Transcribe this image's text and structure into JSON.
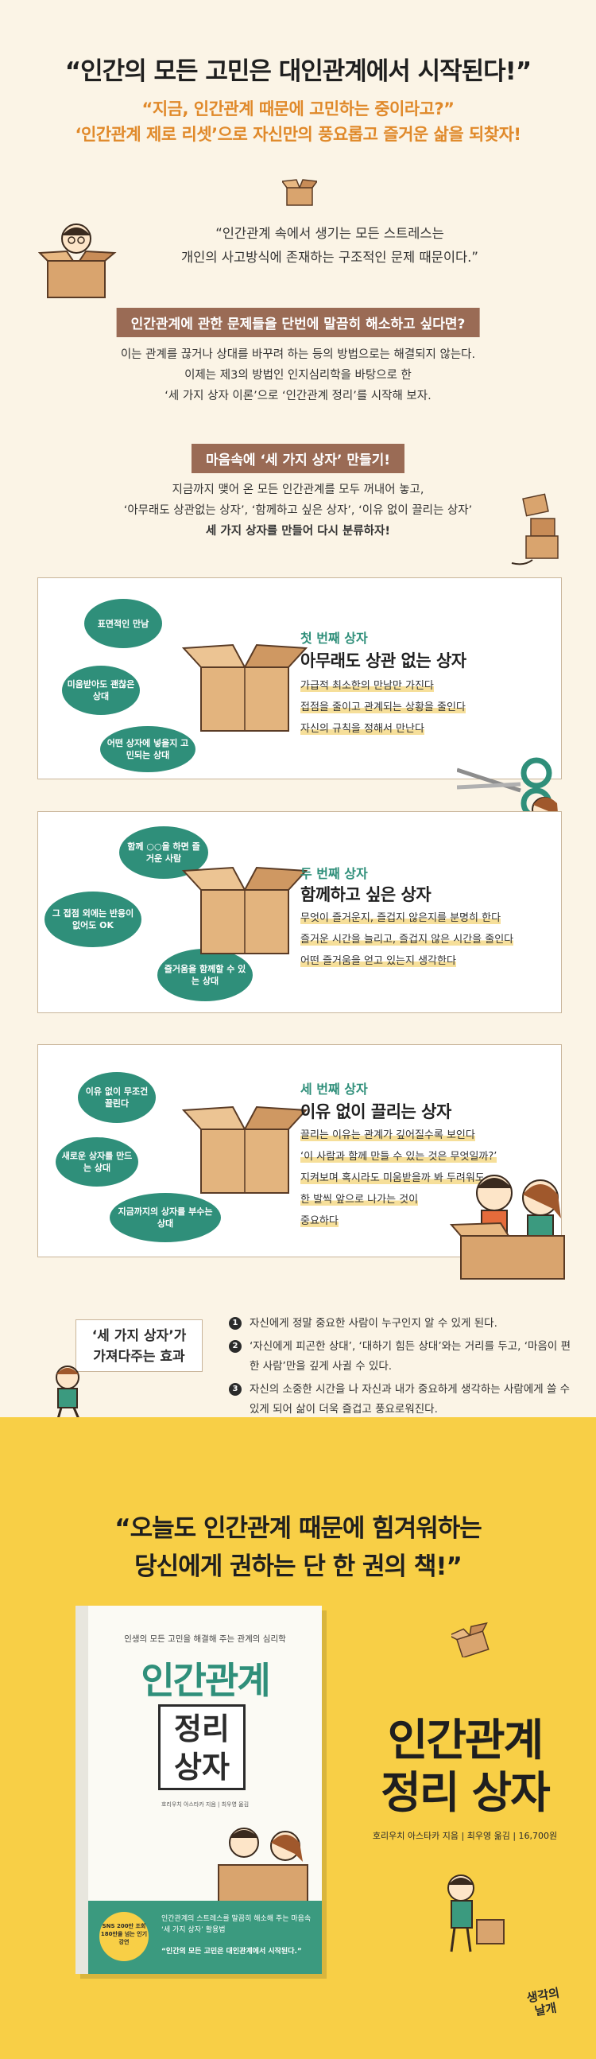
{
  "header": {
    "headline": "“인간의 모든 고민은 대인관계에서 시작된다!”",
    "sub1": "“지금, 인간관계 때문에 고민하는 중이라고?”",
    "sub2": "‘인간관계 제로 리셋’으로 자신만의 풍요롭고 즐거운 삶을 되찾자!"
  },
  "quote": {
    "line1": "“인간관계 속에서 생기는 모든 스트레스는",
    "line2": "개인의 사고방식에 존재하는 구조적인 문제 때문이다.”"
  },
  "section1": {
    "banner": "인간관계에 관한 문제들을 단번에 말끔히 해소하고 싶다면?",
    "lines": [
      "이는 관계를 끊거나 상대를 바꾸려 하는 등의 방법으로는 해결되지 않는다.",
      "이제는 제3의 방법인 인지심리학을 바탕으로 한",
      "‘세 가지 상자 이론’으로 ‘인간관계 정리’를 시작해 보자."
    ]
  },
  "section2": {
    "banner": "마음속에 ‘세 가지 상자’ 만들기!",
    "lines": [
      "지금까지 맺어 온 모든 인간관계를 모두 꺼내어 놓고,",
      "‘아무래도 상관없는 상자’, ‘함께하고 싶은 상자’, ‘이유 없이 끌리는 상자’"
    ],
    "bold_line": "세 가지 상자를 만들어 다시 분류하자!"
  },
  "boxes": [
    {
      "title": "첫 번째 상자",
      "name": "아무래도 상관 없는 상자",
      "desc": [
        "가급적 최소한의 만남만 가진다",
        "접점을 줄이고 관계되는 상황을 줄인다",
        "자신의 규칙을 정해서 만난다"
      ],
      "bubbles": [
        "표면적인 만남",
        "미움받아도 괜찮은 상대",
        "어떤 상자에 넣을지 고민되는 상대"
      ]
    },
    {
      "title": "두 번째 상자",
      "name": "함께하고 싶은 상자",
      "desc": [
        "무엇이 즐거운지, 즐겁지 않은지를 분명히 한다",
        "즐거운 시간을 늘리고, 즐겁지 않은 시간을 줄인다",
        "어떤 즐거움을 얻고 있는지 생각한다"
      ],
      "bubbles": [
        "함께 ○○을 하면 즐거운 사람",
        "그 접점 외에는 반응이 없어도 OK",
        "즐거움을 함께할 수 있는 상대"
      ]
    },
    {
      "title": "세 번째 상자",
      "name": "이유 없이 끌리는 상자",
      "desc": [
        "끌리는 이유는 관계가 깊어질수록 보인다",
        "‘이 사람과 함께 만들 수 있는 것은 무엇일까?’",
        "지켜보며 혹시라도 미움받을까 봐 두려워도",
        "한 발씩 앞으로 나가는 것이",
        "중요하다"
      ],
      "bubbles": [
        "이유 없이 무조건 끌린다",
        "새로운 상자를 만드는 상대",
        "지금까지의 상자를 부수는 상대"
      ]
    }
  ],
  "effect": {
    "label_line1": "‘세 가지 상자’가",
    "label_line2": "가져다주는 효과",
    "items": [
      {
        "num": "1",
        "text": "자신에게 정말 중요한 사람이 누구인지 알 수 있게 된다."
      },
      {
        "num": "2",
        "text": "‘자신에게 피곤한 상대’, ‘대하기 힘든 상대’와는 거리를 두고, ‘마음이 편한 사람’만을 깊게 사귈 수 있다."
      },
      {
        "num": "3",
        "text": "자신의 소중한 시간을 나 자신과 내가 중요하게 생각하는 사람에게 쓸 수 있게 되어 삶이 더욱 즐겁고 풍요로워진다."
      }
    ]
  },
  "promo": {
    "line1": "“오늘도 인간관계 때문에 힘겨워하는",
    "line2": "당신에게 권하는 단 한 권의 책!”",
    "title_line1": "인간관계",
    "title_line2": "정리 상자",
    "info": "호리우치 아스타카 지음 | 최우영 옮김 | 16,700원",
    "publisher": "생각의 날개"
  },
  "book": {
    "top_line": "인생의 모든 고민을 해결해 주는 관계의 심리학",
    "title_top": "인간관계",
    "tag_line1": "정리",
    "tag_line2": "상자",
    "author": "호리우치 아스타카 지음 | 최우영 옮김",
    "badge": "SNS 200만 조회 180만을 넘는 인기 강연",
    "band_text": "인간관계의 스트레스를 말끔히 해소해 주는 마음속 ‘세 가지 상자’ 활용법",
    "band_quote": "“인간의 모든 고민은 대인관계에서 시작된다.”"
  },
  "colors": {
    "accent_orange": "#e0892a",
    "banner_brown": "#9a6b55",
    "teal": "#2f8f7a",
    "yellow": "#f8cf46",
    "cream": "#fbf4e6"
  }
}
